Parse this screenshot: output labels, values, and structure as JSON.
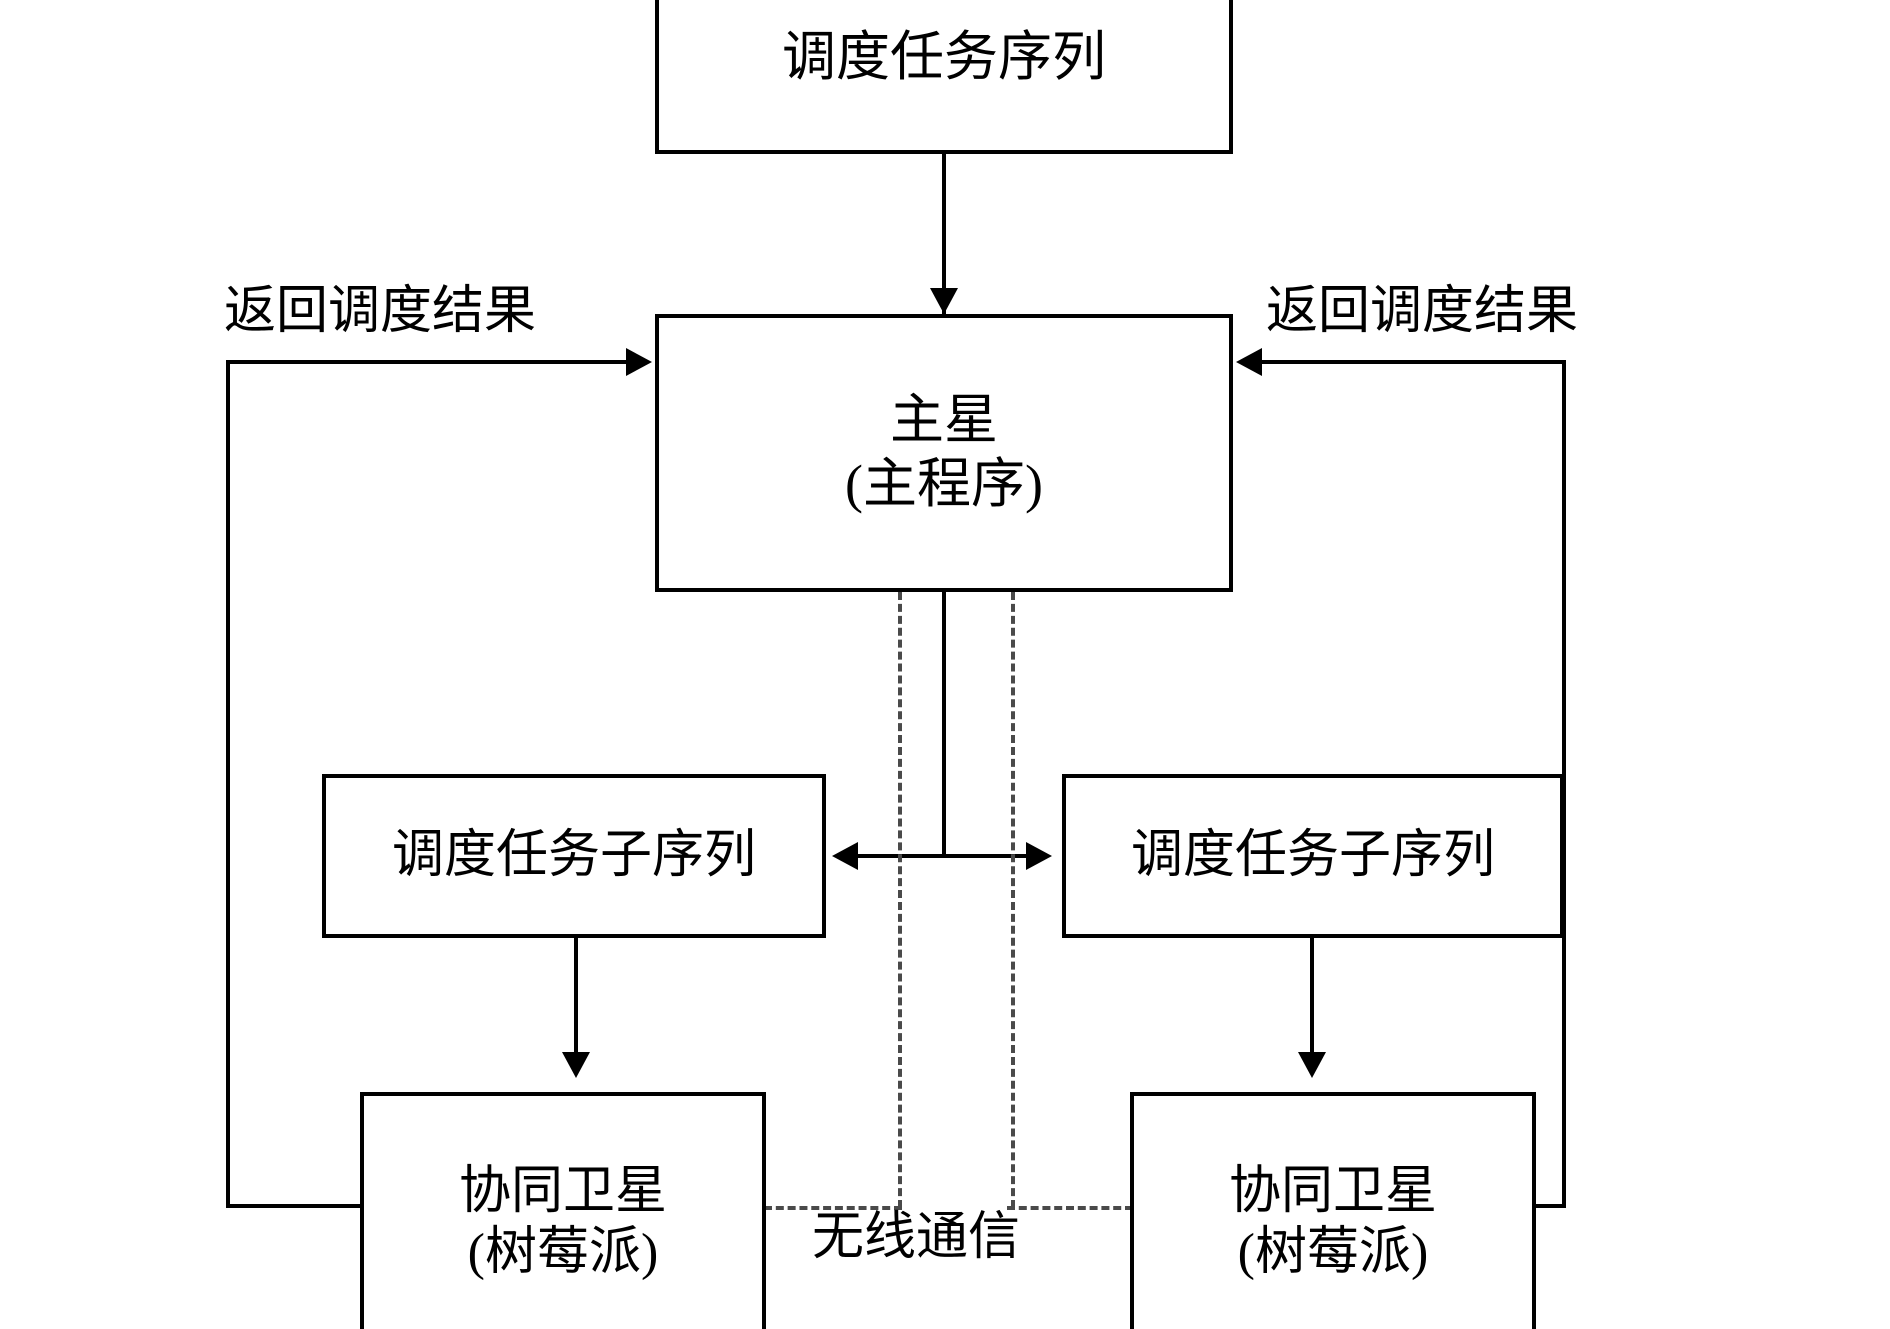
{
  "diagram": {
    "title_text": "调度任务序列",
    "boxes": {
      "task_sequence": {
        "label": "调度任务序列"
      },
      "main_satellite": {
        "line1": "主星",
        "line2": "(主程序)"
      },
      "subsequence_left": {
        "label": "调度任务子序列"
      },
      "subsequence_right": {
        "label": "调度任务子序列"
      },
      "satellite_left": {
        "line1": "协同卫星",
        "line2": "(树莓派)"
      },
      "satellite_right": {
        "line1": "协同卫星",
        "line2": "(树莓派)"
      }
    },
    "edge_labels": {
      "return_result_left": "返回调度结果",
      "return_result_right": "返回调度结果",
      "wireless_communication": "无线通信"
    },
    "colors": {
      "stroke": "#000000",
      "dashed_stroke": "#4a4a4a",
      "background": "#ffffff"
    }
  }
}
